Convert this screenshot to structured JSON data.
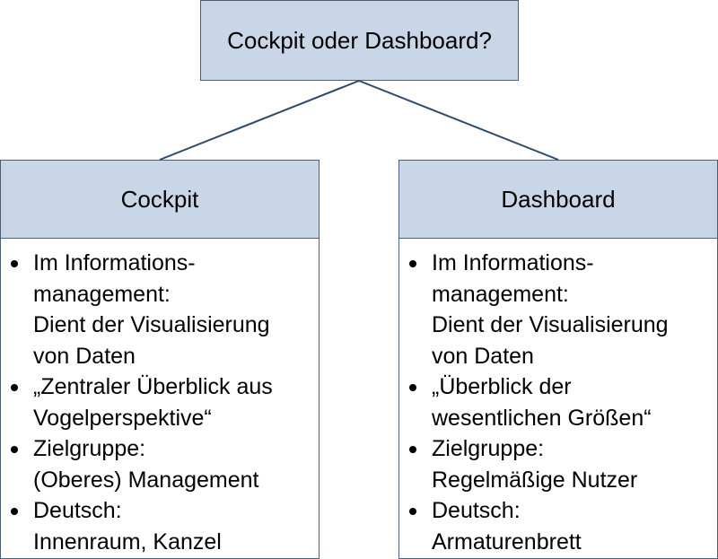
{
  "root": {
    "title": "Cockpit oder Dashboard?"
  },
  "left": {
    "title": "Cockpit",
    "items": [
      {
        "lines": [
          "Im Informations-",
          "management:",
          "Dient der Visualisierung",
          "von Daten"
        ]
      },
      {
        "lines": [
          "„Zentraler Überblick aus",
          "Vogelperspektive“"
        ]
      },
      {
        "lines": [
          "Zielgruppe:",
          "(Oberes) Management"
        ]
      },
      {
        "lines": [
          "Deutsch:",
          "Innenraum, Kanzel"
        ]
      }
    ]
  },
  "right": {
    "title": "Dashboard",
    "items": [
      {
        "lines": [
          "Im Informations-",
          "management:",
          "Dient der Visualisierung",
          "von Daten"
        ]
      },
      {
        "lines": [
          "„Überblick der",
          "wesentlichen Größen“"
        ]
      },
      {
        "lines": [
          "Zielgruppe:",
          "Regelmäßige Nutzer"
        ]
      },
      {
        "lines": [
          "Deutsch:",
          "Armaturenbrett"
        ]
      }
    ]
  },
  "colors": {
    "header_fill": "#c9d6e8",
    "border": "#4a5f7a",
    "connector": "#2e4a6b"
  }
}
